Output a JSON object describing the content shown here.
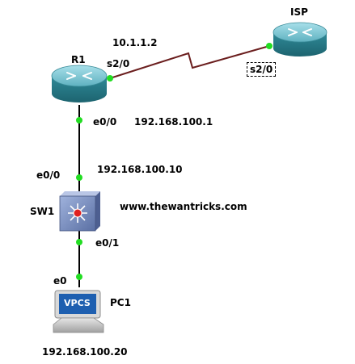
{
  "devices": {
    "isp": {
      "name": "ISP"
    },
    "r1": {
      "name": "R1"
    },
    "sw1": {
      "name": "SW1"
    },
    "pc1": {
      "name": "PC1",
      "screen_text": "VPCS"
    }
  },
  "interfaces": {
    "r1_s2_0": "s2/0",
    "isp_s2_0": "s2/0",
    "r1_e0_0": "e0/0",
    "sw1_e0_0": "e0/0",
    "sw1_e0_1": "e0/1",
    "pc1_e0": "e0"
  },
  "addresses": {
    "r1_serial": "10.1.1.2",
    "r1_lan": "192.168.100.1",
    "sw1_mgmt": "192.168.100.10",
    "pc1": "192.168.100.20"
  },
  "watermark": "www.thewantricks.com",
  "colors": {
    "router_body": "#2f8a98",
    "router_top": "#8fd0dc",
    "switch_body": "#6f86b8",
    "serial_link": "#6b1e1e",
    "ethernet_link": "#000000",
    "link_up": "#22dd22",
    "switch_center": "#e02020"
  }
}
